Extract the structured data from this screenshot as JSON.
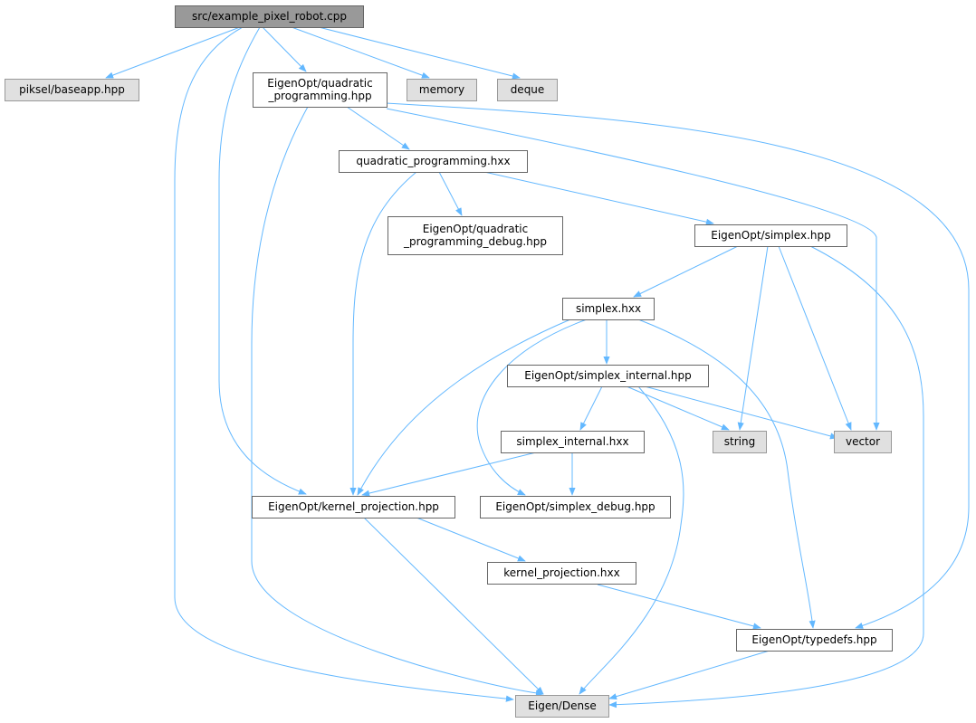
{
  "title": "src/example_pixel_robot.cpp",
  "colors": {
    "edge": "#63b8ff",
    "root_fill": "#999999",
    "system_fill": "#e0e0e0",
    "local_fill": "#ffffff",
    "border": "#666666"
  },
  "nodes": [
    {
      "id": "root",
      "lines": [
        "src/example_pixel_robot.cpp"
      ],
      "kind": "root"
    },
    {
      "id": "baseapp",
      "lines": [
        "piksel/baseapp.hpp"
      ],
      "kind": "system"
    },
    {
      "id": "qp_hpp",
      "lines": [
        "EigenOpt/quadratic",
        "_programming.hpp"
      ],
      "kind": "local"
    },
    {
      "id": "memory",
      "lines": [
        "memory"
      ],
      "kind": "system"
    },
    {
      "id": "deque",
      "lines": [
        "deque"
      ],
      "kind": "system"
    },
    {
      "id": "qp_hxx",
      "lines": [
        "quadratic_programming.hxx"
      ],
      "kind": "local"
    },
    {
      "id": "qp_debug",
      "lines": [
        "EigenOpt/quadratic",
        "_programming_debug.hpp"
      ],
      "kind": "local"
    },
    {
      "id": "simplex_hpp",
      "lines": [
        "EigenOpt/simplex.hpp"
      ],
      "kind": "local"
    },
    {
      "id": "simplex_hxx",
      "lines": [
        "simplex.hxx"
      ],
      "kind": "local"
    },
    {
      "id": "simplex_internal_hpp",
      "lines": [
        "EigenOpt/simplex_internal.hpp"
      ],
      "kind": "local"
    },
    {
      "id": "string",
      "lines": [
        "string"
      ],
      "kind": "system"
    },
    {
      "id": "vector",
      "lines": [
        "vector"
      ],
      "kind": "system"
    },
    {
      "id": "simplex_internal_hxx",
      "lines": [
        "simplex_internal.hxx"
      ],
      "kind": "local"
    },
    {
      "id": "kernel_hpp",
      "lines": [
        "EigenOpt/kernel_projection.hpp"
      ],
      "kind": "local"
    },
    {
      "id": "simplex_debug",
      "lines": [
        "EigenOpt/simplex_debug.hpp"
      ],
      "kind": "local"
    },
    {
      "id": "kernel_hxx",
      "lines": [
        "kernel_projection.hxx"
      ],
      "kind": "local"
    },
    {
      "id": "typedefs",
      "lines": [
        "EigenOpt/typedefs.hpp"
      ],
      "kind": "local"
    },
    {
      "id": "dense",
      "lines": [
        "Eigen/Dense"
      ],
      "kind": "system"
    }
  ],
  "edges": [
    [
      "root",
      "baseapp"
    ],
    [
      "root",
      "dense"
    ],
    [
      "root",
      "kernel_hpp"
    ],
    [
      "root",
      "qp_hpp"
    ],
    [
      "root",
      "memory"
    ],
    [
      "root",
      "deque"
    ],
    [
      "qp_hpp",
      "dense"
    ],
    [
      "qp_hpp",
      "qp_hxx"
    ],
    [
      "qp_hpp",
      "vector"
    ],
    [
      "qp_hpp",
      "typedefs"
    ],
    [
      "qp_hxx",
      "kernel_hpp"
    ],
    [
      "qp_hxx",
      "qp_debug"
    ],
    [
      "qp_hxx",
      "simplex_hpp"
    ],
    [
      "simplex_hpp",
      "simplex_hxx"
    ],
    [
      "simplex_hpp",
      "string"
    ],
    [
      "simplex_hpp",
      "vector"
    ],
    [
      "simplex_hpp",
      "dense"
    ],
    [
      "simplex_hxx",
      "kernel_hpp"
    ],
    [
      "simplex_hxx",
      "simplex_debug"
    ],
    [
      "simplex_hxx",
      "simplex_internal_hpp"
    ],
    [
      "simplex_hxx",
      "typedefs"
    ],
    [
      "simplex_internal_hpp",
      "dense"
    ],
    [
      "simplex_internal_hpp",
      "simplex_internal_hxx"
    ],
    [
      "simplex_internal_hpp",
      "string"
    ],
    [
      "simplex_internal_hpp",
      "vector"
    ],
    [
      "simplex_internal_hxx",
      "kernel_hpp"
    ],
    [
      "simplex_internal_hxx",
      "simplex_debug"
    ],
    [
      "kernel_hpp",
      "dense"
    ],
    [
      "kernel_hpp",
      "kernel_hxx"
    ],
    [
      "kernel_hxx",
      "typedefs"
    ],
    [
      "typedefs",
      "dense"
    ]
  ]
}
